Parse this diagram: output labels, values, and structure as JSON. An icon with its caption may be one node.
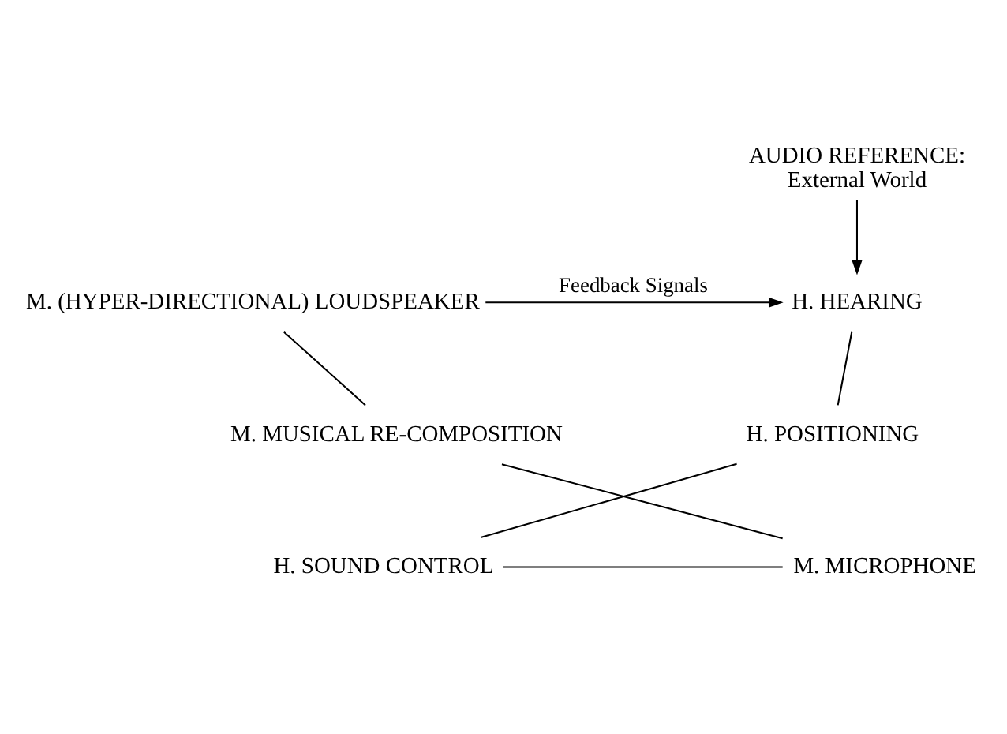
{
  "diagram": {
    "nodes": [
      {
        "text": [
          "AUDIO REFERENCE:",
          "External World"
        ]
      },
      {
        "text": [
          "H. HEARING"
        ]
      },
      {
        "text": [
          "H. POSITIONING"
        ]
      },
      {
        "text": [
          "H. SOUND CONTROL"
        ]
      },
      {
        "text": [
          "M. (HYPER-DIRECTIONAL) LOUDSPEAKER"
        ]
      },
      {
        "text": [
          "M. MUSICAL RE-COMPOSITION"
        ]
      },
      {
        "text": [
          "M. MICROPHONE"
        ]
      }
    ],
    "edges": [
      {
        "from": 0,
        "to": 1,
        "arrow": "to"
      },
      {
        "from": 4,
        "to": 1,
        "arrow": "to",
        "label": "Feedback Signals"
      },
      {
        "from": 1,
        "to": 2,
        "arrow": "none"
      },
      {
        "from": 2,
        "to": 3,
        "arrow": "none"
      },
      {
        "from": 3,
        "to": 6,
        "arrow": "none"
      },
      {
        "from": 6,
        "to": 5,
        "arrow": "none"
      },
      {
        "from": 5,
        "to": 4,
        "arrow": "none"
      }
    ]
  }
}
